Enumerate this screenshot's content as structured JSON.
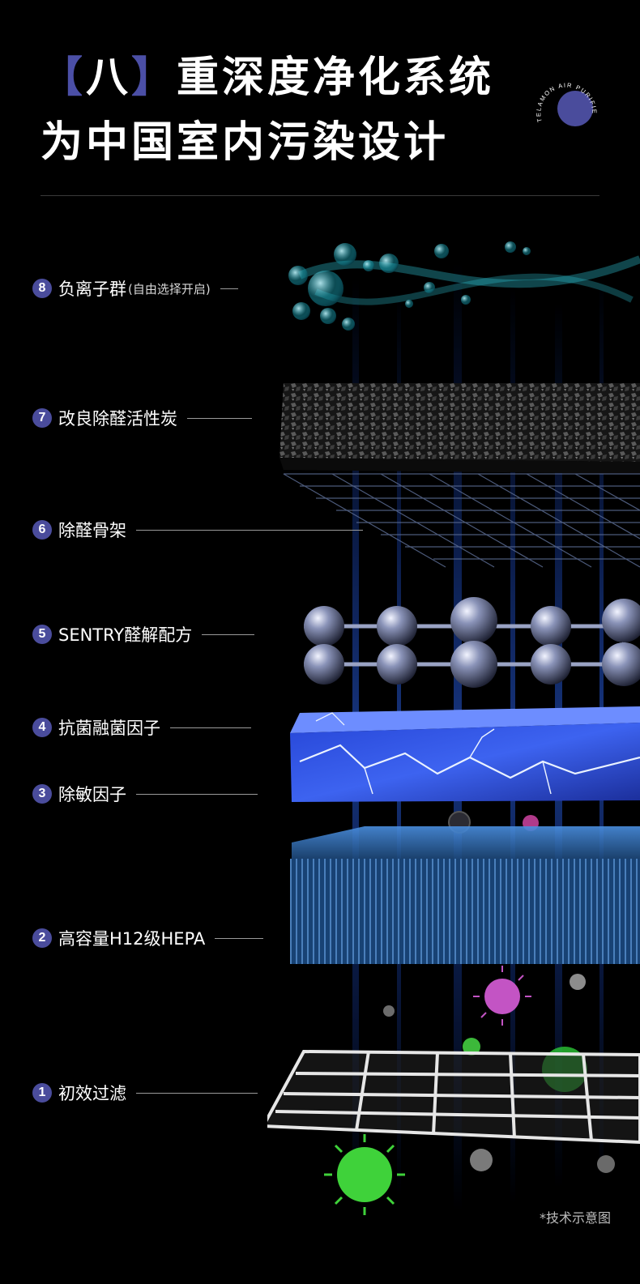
{
  "title": {
    "line1_bracket_open": "【",
    "line1_highlight": "八",
    "line1_bracket_close": "】",
    "line1_rest": "重深度净化系统",
    "line2": "为中国室内污染设计"
  },
  "badge": {
    "text": "TELAMON AIR PURIFIER"
  },
  "layers": [
    {
      "number": "8",
      "label": "负离子群",
      "note": "(自由选择开启)"
    },
    {
      "number": "7",
      "label": "改良除醛活性炭"
    },
    {
      "number": "6",
      "label": "除醛骨架"
    },
    {
      "number": "5",
      "label": "SENTRY醛解配方"
    },
    {
      "number": "4",
      "label": "抗菌融菌因子"
    },
    {
      "number": "3",
      "label": "除敏因子"
    },
    {
      "number": "2",
      "label": "高容量H12级HEPA"
    },
    {
      "number": "1",
      "label": "初效过滤"
    }
  ],
  "footnote": "*技术示意图",
  "colors": {
    "accent": "#4a4c9c",
    "background": "#000000",
    "glow": "#2f6bff"
  }
}
